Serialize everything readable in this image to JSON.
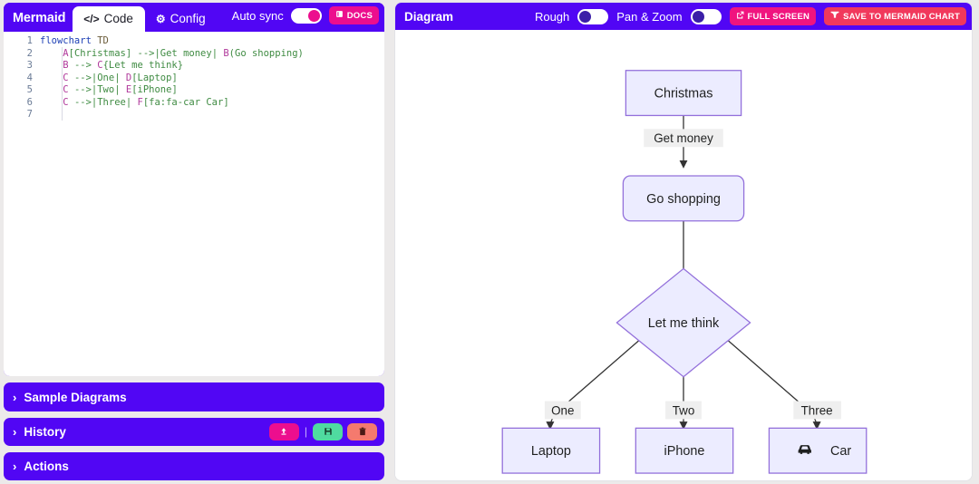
{
  "editor": {
    "brand": "Mermaid",
    "tabs": [
      {
        "label": "Code",
        "icon": "code-icon",
        "glyph": "</>",
        "active": true
      },
      {
        "label": "Config",
        "icon": "gear-icon",
        "glyph": "⚙",
        "active": false
      }
    ],
    "auto_sync": {
      "label": "Auto sync",
      "state": "on"
    },
    "docs_button": {
      "label": "DOCS",
      "icon": "book-icon"
    },
    "line_numbers": [
      "1",
      "2",
      "3",
      "4",
      "5",
      "6",
      "7"
    ],
    "code_lines": [
      [
        {
          "t": "flowchart",
          "c": "kw"
        },
        {
          "t": " ",
          "c": "pl"
        },
        {
          "t": "TD",
          "c": "typ"
        }
      ],
      [
        {
          "t": "    ",
          "c": "pl"
        },
        {
          "t": "A",
          "c": "id"
        },
        {
          "t": "[Christmas]",
          "c": "tx"
        },
        {
          "t": " -->|",
          "c": "ar"
        },
        {
          "t": "Get money",
          "c": "tx"
        },
        {
          "t": "| ",
          "c": "ar"
        },
        {
          "t": "B",
          "c": "id"
        },
        {
          "t": "(Go shopping)",
          "c": "tx"
        }
      ],
      [
        {
          "t": "    ",
          "c": "pl"
        },
        {
          "t": "B",
          "c": "id"
        },
        {
          "t": " --> ",
          "c": "ar"
        },
        {
          "t": "C",
          "c": "id"
        },
        {
          "t": "{Let me think}",
          "c": "tx"
        }
      ],
      [
        {
          "t": "    ",
          "c": "pl"
        },
        {
          "t": "C",
          "c": "id"
        },
        {
          "t": " -->|",
          "c": "ar"
        },
        {
          "t": "One",
          "c": "tx"
        },
        {
          "t": "| ",
          "c": "ar"
        },
        {
          "t": "D",
          "c": "id"
        },
        {
          "t": "[Laptop]",
          "c": "tx"
        }
      ],
      [
        {
          "t": "    ",
          "c": "pl"
        },
        {
          "t": "C",
          "c": "id"
        },
        {
          "t": " -->|",
          "c": "ar"
        },
        {
          "t": "Two",
          "c": "tx"
        },
        {
          "t": "| ",
          "c": "ar"
        },
        {
          "t": "E",
          "c": "id"
        },
        {
          "t": "[iPhone]",
          "c": "tx"
        }
      ],
      [
        {
          "t": "    ",
          "c": "pl"
        },
        {
          "t": "C",
          "c": "id"
        },
        {
          "t": " -->|",
          "c": "ar"
        },
        {
          "t": "Three",
          "c": "tx"
        },
        {
          "t": "| ",
          "c": "ar"
        },
        {
          "t": "F",
          "c": "id"
        },
        {
          "t": "[fa:fa-car Car]",
          "c": "tx"
        }
      ],
      [
        {
          "t": "",
          "c": "pl"
        }
      ]
    ],
    "code_plain": [
      "flowchart TD",
      "    A[Christmas] -->|Get money| B(Go shopping)",
      "    B --> C{Let me think}",
      "    C -->|One| D[Laptop]",
      "    C -->|Two| E[iPhone]",
      "    C -->|Three| F[fa:fa-car Car]",
      ""
    ]
  },
  "accordions": [
    {
      "label": "Sample Diagrams",
      "chevron": "›",
      "expanded": false
    },
    {
      "label": "History",
      "chevron": "›",
      "expanded": false,
      "buttons": [
        {
          "name": "upload-button",
          "icon": "upload-icon",
          "glyph": "⬆",
          "color": "#ec0e8e"
        },
        {
          "name": "save-button",
          "icon": "floppy-save-icon",
          "glyph": "💾",
          "color": "#4fdba0"
        },
        {
          "name": "delete-button",
          "icon": "trash-icon",
          "glyph": "🗑",
          "color": "#f57a6e"
        }
      ]
    },
    {
      "label": "Actions",
      "chevron": "›",
      "expanded": false
    }
  ],
  "diagram_panel": {
    "title": "Diagram",
    "rough": {
      "label": "Rough",
      "state": "off"
    },
    "pan_zoom": {
      "label": "Pan & Zoom",
      "state": "off"
    },
    "full_screen_button": {
      "label": "FULL SCREEN",
      "icon": "external-link-icon"
    },
    "save_mermaid_chart_button": {
      "label": "SAVE TO MERMAID CHART",
      "icon": "mermaid-logo-icon"
    }
  },
  "colors": {
    "brand_purple": "#5106f4",
    "pink": "#ec0e8e",
    "full_screen_pink": "#f0147f",
    "save_red": "#f1385c",
    "node_fill": "#ececff",
    "node_stroke": "#9370db",
    "edge_label_bg": "#efefef"
  },
  "chart_data": {
    "type": "diagram",
    "diagram_type": "flowchart",
    "direction": "TD",
    "title": "Christmas shopping decision flowchart",
    "nodes": [
      {
        "id": "A",
        "label": "Christmas",
        "shape": "rect"
      },
      {
        "id": "B",
        "label": "Go shopping",
        "shape": "round"
      },
      {
        "id": "C",
        "label": "Let me think",
        "shape": "diamond"
      },
      {
        "id": "D",
        "label": "Laptop",
        "shape": "rect"
      },
      {
        "id": "E",
        "label": "iPhone",
        "shape": "rect"
      },
      {
        "id": "F",
        "label": "Car",
        "shape": "rect",
        "icon": "fa:fa-car"
      }
    ],
    "edges": [
      {
        "from": "A",
        "to": "B",
        "label": "Get money"
      },
      {
        "from": "B",
        "to": "C",
        "label": ""
      },
      {
        "from": "C",
        "to": "D",
        "label": "One"
      },
      {
        "from": "C",
        "to": "E",
        "label": "Two"
      },
      {
        "from": "C",
        "to": "F",
        "label": "Three"
      }
    ]
  }
}
